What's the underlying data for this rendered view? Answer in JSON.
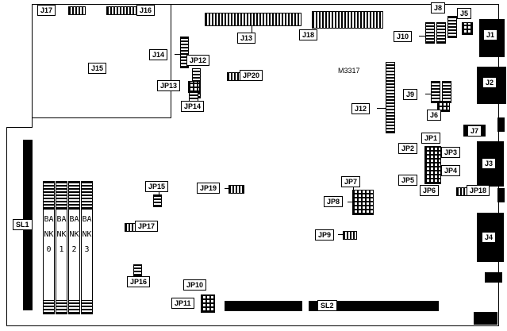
{
  "diagram_title": "motherboard-connector-jumper-location-diagram",
  "colors": {
    "line": "#000000",
    "background": "#ffffff",
    "connector_fill": "#000000",
    "label_bg": "#ffffff"
  },
  "labels": {
    "j1": "J1",
    "j2": "J2",
    "j3": "J3",
    "j4": "J4",
    "j5": "J5",
    "j6": "J6",
    "j7": "J7",
    "j8": "J8",
    "j9": "J9",
    "j10": "J10",
    "j12": "J12",
    "j13": "J13",
    "j14": "J14",
    "j15": "J15",
    "j16": "J16",
    "j17": "J17",
    "j18": "J18",
    "jp1": "JP1",
    "jp2": "JP2",
    "jp3": "JP3",
    "jp4": "JP4",
    "jp5": "JP5",
    "jp6": "JP6",
    "jp7": "JP7",
    "jp8": "JP8",
    "jp9": "JP9",
    "jp10": "JP10",
    "jp11": "JP11",
    "jp12": "JP12",
    "jp13": "JP13",
    "jp14": "JP14",
    "jp15": "JP15",
    "jp16": "JP16",
    "jp17": "JP17",
    "jp18": "JP18",
    "jp19": "JP19",
    "jp20": "JP20",
    "sl1": "SL1",
    "sl2": "SL2",
    "m3317": "M3317",
    "bank0": "BANK0",
    "bank1": "BANK1",
    "bank2": "BANK2",
    "bank3": "BANK3"
  }
}
